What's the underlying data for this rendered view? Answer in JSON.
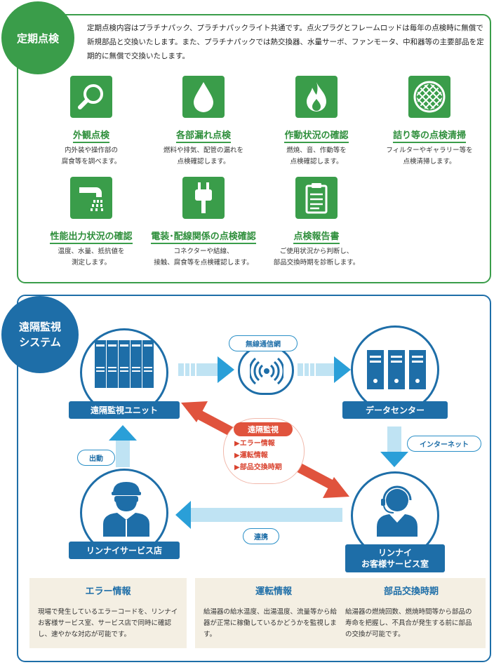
{
  "inspection": {
    "badge": "定期点検",
    "intro": "定期点検内容はプラチナパック、プラチナパックライト共通です。点火プラグとフレームロッドは毎年の点検時に無償で新規部品と交換いたします。また、プラチナパックでは熱交換器、水量サーボ、ファンモータ、中和器等の主要部品を定期的に無償で交換いたします。",
    "items": [
      {
        "title": "外観点検",
        "desc": "内外装や操作部の\n腐食等を調べます。",
        "icon": "magnifier-icon"
      },
      {
        "title": "各部漏れ点検",
        "desc": "燃料や排気、配管の漏れを\n点検確認します。",
        "icon": "water-drop-icon"
      },
      {
        "title": "作動状況の確認",
        "desc": "燃焼、音、作動等を\n点検確認します。",
        "icon": "flame-icon"
      },
      {
        "title": "詰り等の点検清掃",
        "desc": "フィルターやギャラリー等を\n点検清掃します。",
        "icon": "filter-mesh-icon"
      },
      {
        "title": "性能出力状況の確認",
        "desc": "温度、水量、抵抗値を\n測定します。",
        "icon": "faucet-icon"
      },
      {
        "title": "電装･配線関係の点検確認",
        "desc": "コネクターや結線、\n接触、腐食等を点検確認します。",
        "icon": "plug-icon"
      },
      {
        "title": "点検報告書",
        "desc": "ご使用状況から判断し、\n部品交換時期を診断します。",
        "icon": "clipboard-icon"
      }
    ]
  },
  "monitoring": {
    "badge": "遠隔監視\nシステム",
    "nodes": {
      "unit": "遠隔監視ユニット",
      "datacenter": "データセンター",
      "customer_room": "リンナイ\nお客様サービス室",
      "service_shop": "リンナイサービス店"
    },
    "links": {
      "wireless": "無線通信網",
      "internet": "インターネット",
      "dispatch": "出動",
      "cooperation": "連携"
    },
    "remote_box": {
      "title": "遠隔監視",
      "items": [
        "エラー情報",
        "運転情報",
        "部品交換時期"
      ]
    },
    "info": [
      {
        "title": "エラー情報",
        "desc": "現場で発生しているエラーコードを、リンナイお客様サービス室、サービス店で同時に確認し、速やかな対応が可能です。"
      },
      {
        "title": "運転情報",
        "desc": "給湯器の給水温度、出湯温度、流量等から給湯器が正常に稼働しているかどうかを監視します。"
      },
      {
        "title": "部品交換時期",
        "desc": "給湯器の燃焼回数、燃焼時間等から部品の寿命を把握し、不具合が発生する前に部品の交換が可能です。"
      }
    ],
    "colors": {
      "green": "#3a9d4a",
      "blue": "#1e6ea8",
      "red": "#e0533d",
      "beige": "#f4efe3"
    }
  }
}
